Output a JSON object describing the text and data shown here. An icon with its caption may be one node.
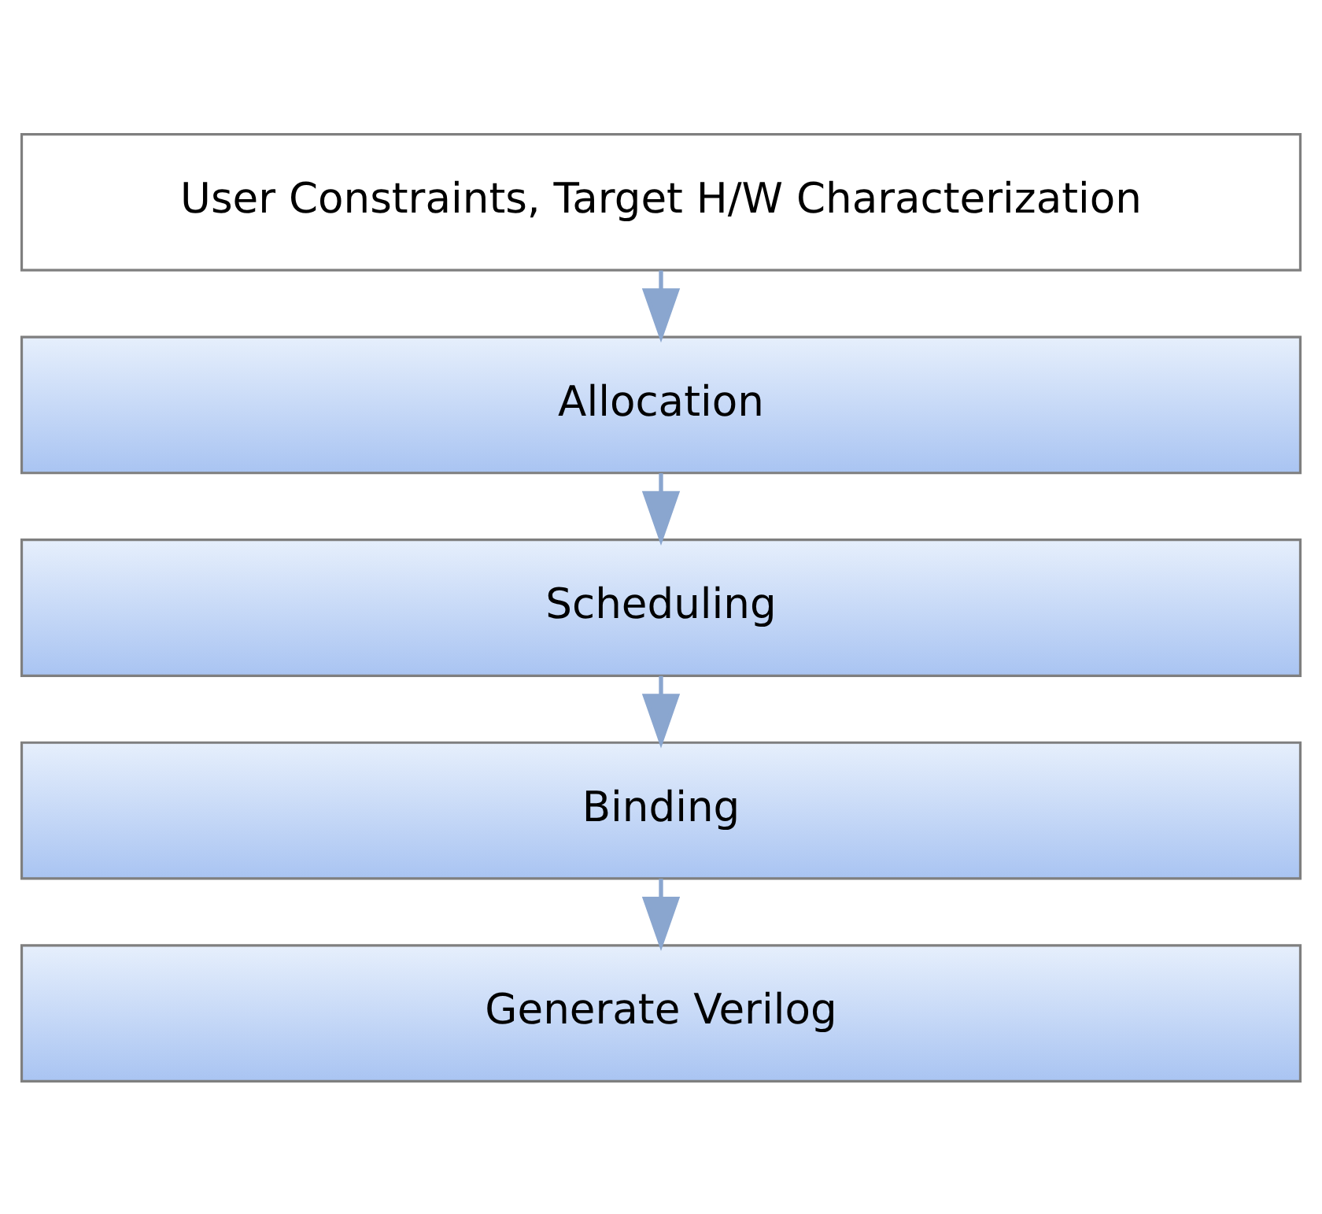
{
  "diagram": {
    "nodes": [
      {
        "text": [
          "User Constraints, Target H/W Characterization"
        ]
      },
      {
        "text": [
          "Allocation"
        ]
      },
      {
        "text": [
          "Scheduling"
        ]
      },
      {
        "text": [
          "Binding"
        ]
      },
      {
        "text": [
          "Generate Verilog"
        ]
      }
    ],
    "edges": [
      {
        "from": 0,
        "to": 1,
        "arrow": "to"
      },
      {
        "from": 1,
        "to": 2,
        "arrow": "to"
      },
      {
        "from": 2,
        "to": 3,
        "arrow": "to"
      },
      {
        "from": 3,
        "to": 4,
        "arrow": "to"
      }
    ]
  }
}
